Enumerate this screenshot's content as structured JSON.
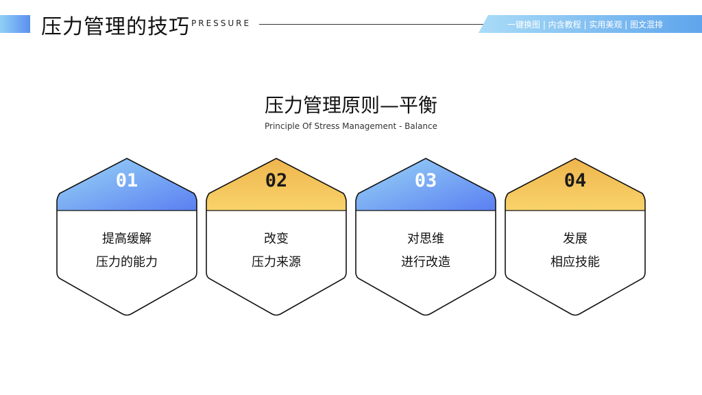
{
  "header": {
    "title": "压力管理的技巧",
    "subtitle": "PRESSURE",
    "tagline": "一键换图 | 内含教程 | 实用美观 | 图文混排"
  },
  "main": {
    "title": "压力管理原则—平衡",
    "subtitle": "Principle Of Stress Management - Balance"
  },
  "colors": {
    "blue_top": "#8ccbf5",
    "blue_bottom": "#5a7ff2",
    "yellow_top": "#f0b84f",
    "yellow_bottom": "#f8d166",
    "outline": "#111111"
  },
  "cards": [
    {
      "number": "01",
      "line1": "提高缓解",
      "line2": "压力的能力",
      "theme": "blue"
    },
    {
      "number": "02",
      "line1": "改变",
      "line2": "压力来源",
      "theme": "yellow"
    },
    {
      "number": "03",
      "line1": "对思维",
      "line2": "进行改造",
      "theme": "blue"
    },
    {
      "number": "04",
      "line1": "发展",
      "line2": "相应技能",
      "theme": "yellow"
    }
  ]
}
